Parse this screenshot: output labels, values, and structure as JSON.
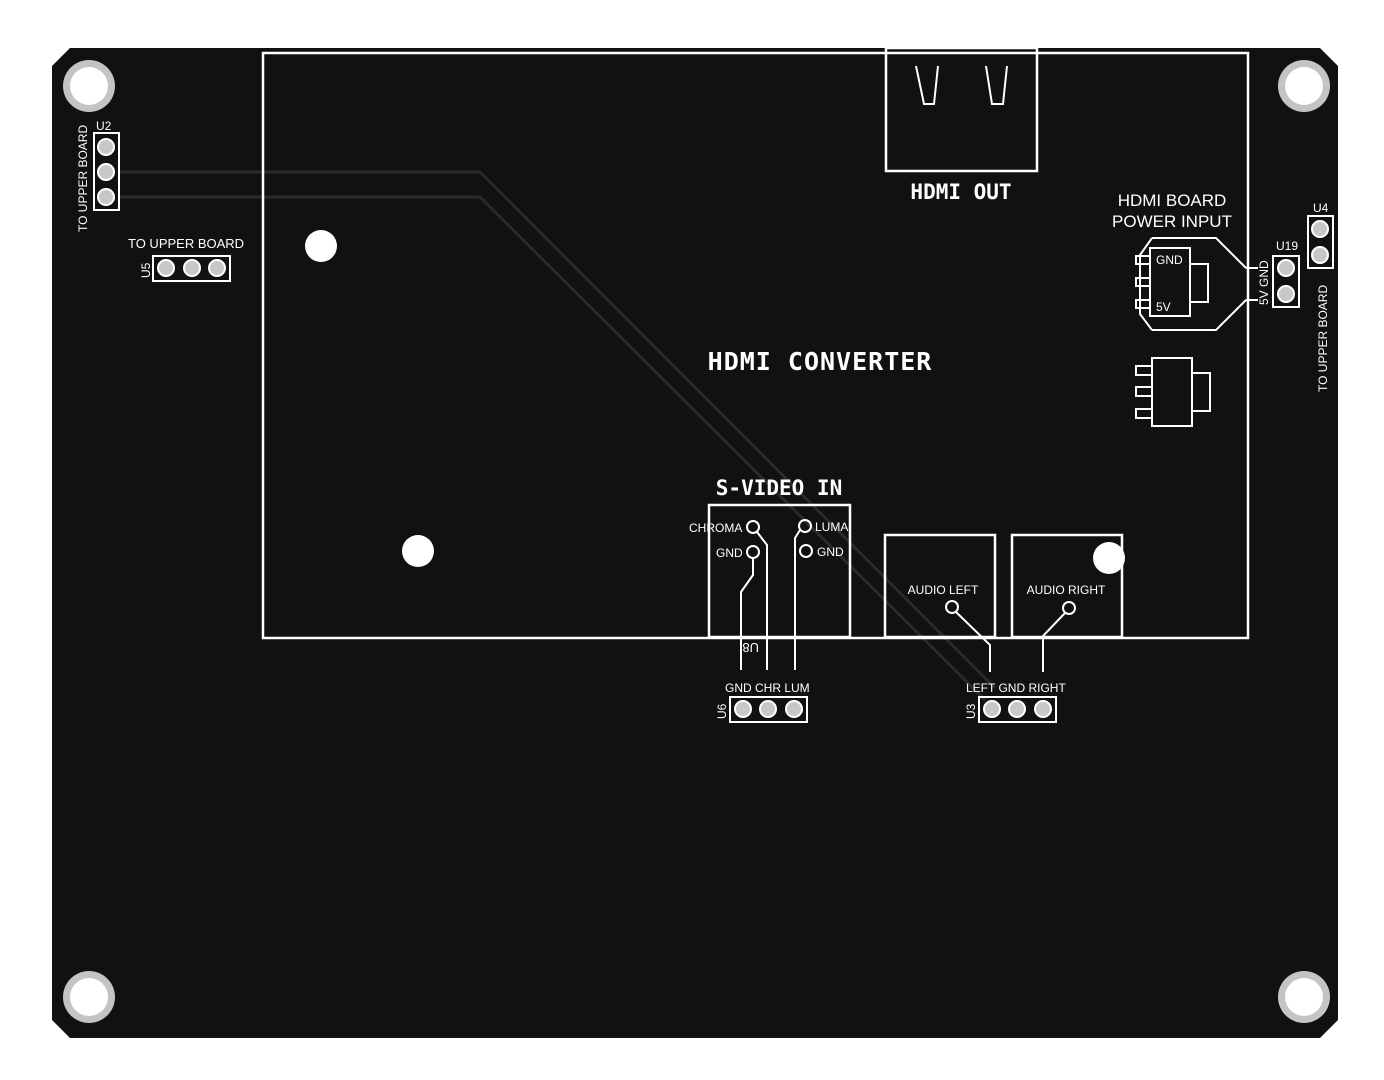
{
  "board": {
    "colors": {
      "substrate": "#111111",
      "silkscreen": "#ffffff",
      "pad": "#c8c8c8"
    },
    "title": "HDMI CONVERTER",
    "hdmi_out_label": "HDMI OUT",
    "svideo_label": "S-VIDEO IN",
    "power_input_label_1": "HDMI BOARD",
    "power_input_label_2": "POWER INPUT"
  },
  "headers": {
    "u2": {
      "ref": "U2",
      "caption": "TO UPPER BOARD"
    },
    "u5": {
      "ref": "U5",
      "caption": "TO UPPER BOARD"
    },
    "u4": {
      "ref": "U4",
      "caption": "TO UPPER BOARD"
    },
    "u19": {
      "ref": "U19",
      "caption": "5V GND"
    },
    "u6": {
      "ref": "U6",
      "pins": "GND CHR LUM"
    },
    "u3": {
      "ref": "U3",
      "pins": "LEFT GND RIGHT"
    }
  },
  "svideo": {
    "ref": "U8",
    "chroma": "CHROMA",
    "gnd_left": "GND",
    "luma": "LUMA",
    "gnd_right": "GND"
  },
  "audio": {
    "left": "AUDIO LEFT",
    "right": "AUDIO RIGHT"
  },
  "regulator": {
    "gnd": "GND",
    "v5": "5V"
  }
}
